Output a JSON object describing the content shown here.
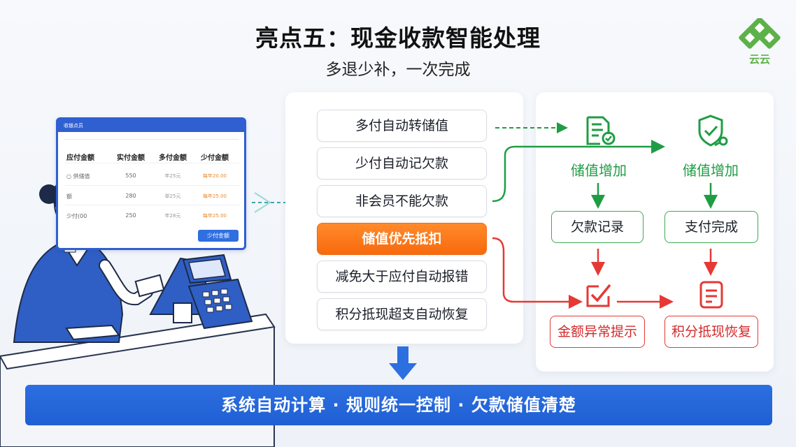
{
  "header": {
    "title": "亮点五：现金收款智能处理",
    "subtitle": "多退少补，一次完成",
    "logo_text": "云云"
  },
  "monitor": {
    "app_name": "收银点员",
    "columns": [
      "应付金额",
      "实付金额",
      "多付金额",
      "少付金额"
    ],
    "rows": [
      [
        "○ 供储值",
        "550",
        "年25元",
        "每年20.00"
      ],
      [
        "额",
        "280",
        "单25元",
        "每年25.00"
      ],
      [
        "少付(00",
        "250",
        "年28元",
        "每年25.00"
      ]
    ],
    "button_label": "少付金额"
  },
  "rules": {
    "items": [
      {
        "label": "多付自动转储值"
      },
      {
        "label": "少付自动记欠款"
      },
      {
        "label": "非会员不能欠款"
      },
      {
        "label": "储值优先抵扣"
      },
      {
        "label": "减免大于应付自动报错"
      },
      {
        "label": "积分抵现超支自动恢复"
      }
    ]
  },
  "flow": {
    "col1_label": "储值增加",
    "col2_label": "储值增加",
    "box_debt": "欠款记录",
    "box_paid": "支付完成",
    "box_alert": "金额异常提示",
    "box_restore": "积分抵现恢复"
  },
  "banner": {
    "text": "系统自动计算 · 规则统一控制 · 欠款储值清楚"
  },
  "colors": {
    "accent_blue": "#2c6fe0",
    "highlight_orange": "#f86a0e",
    "flow_green": "#1f9d45",
    "flow_red": "#e53935",
    "logo_green": "#5db14a"
  },
  "icons": [
    "document-check-icon",
    "shield-check-icon",
    "checkbox-alert-icon",
    "document-lines-icon",
    "cashier-illustration"
  ]
}
